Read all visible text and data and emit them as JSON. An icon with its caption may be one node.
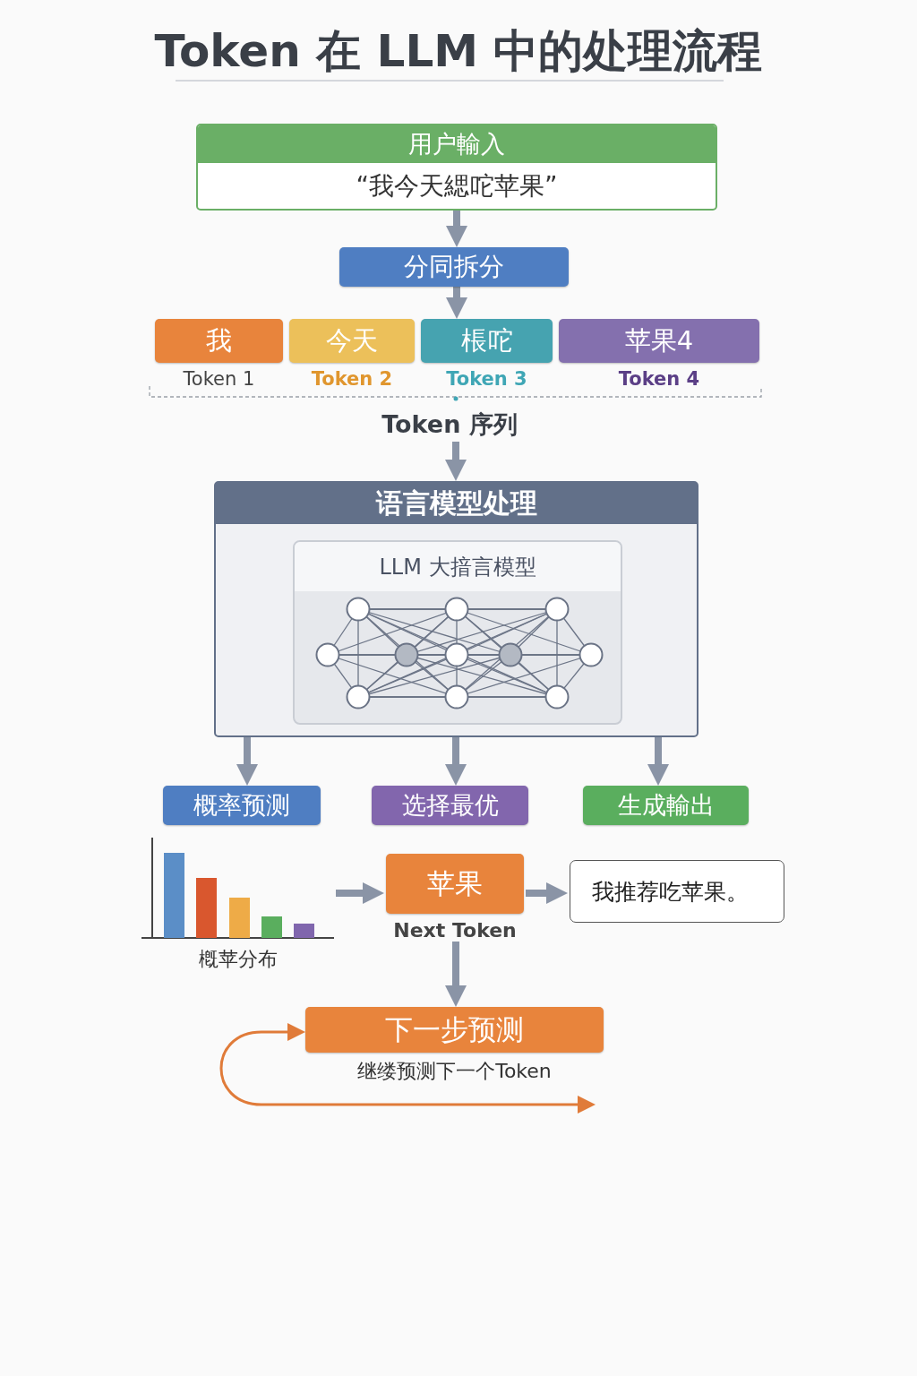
{
  "diagram": {
    "title": "Token 在 LLM 中的处理流程",
    "nodes": [
      {
        "text": [
          "用户輸入",
          "“我今天緦咜苹果”"
        ]
      },
      {
        "text": [
          "分同拆分"
        ]
      },
      {
        "text": [
          "我"
        ],
        "beside": [
          "Token 1"
        ]
      },
      {
        "text": [
          "今天"
        ],
        "beside": [
          "Token 2"
        ]
      },
      {
        "text": [
          "棖咜"
        ],
        "beside": [
          "Token 3"
        ]
      },
      {
        "text": [
          "苹果4"
        ],
        "beside": [
          "Token 4"
        ]
      },
      {
        "text": [
          "Token 序列"
        ]
      },
      {
        "text": [
          "语言模型处理"
        ]
      },
      {
        "text": [
          "LLM 大揞言模型"
        ],
        "in": 7
      },
      {
        "text": [
          "概率预测"
        ]
      },
      {
        "text": [
          "选择最优"
        ]
      },
      {
        "text": [
          "生成輸出"
        ]
      },
      {
        "text": [],
        "shape": "picture",
        "beside": [
          "槪苹分布"
        ]
      },
      {
        "text": [
          "苹果"
        ],
        "beside": [
          "Next Token"
        ]
      },
      {
        "text": [
          "我推荐吃苹果。"
        ]
      },
      {
        "text": [
          "下一步预测"
        ],
        "beside": [
          "继缕预测下一个Token"
        ]
      }
    ],
    "edges": [
      {
        "from": 0,
        "to": 1,
        "arrow": "to"
      },
      {
        "from": 1,
        "to": 4,
        "arrow": "to"
      },
      {
        "from": 6,
        "to": 7,
        "arrow": "to"
      },
      {
        "from": 7,
        "to": 9,
        "arrow": "to"
      },
      {
        "from": 7,
        "to": 10,
        "arrow": "to"
      },
      {
        "from": 7,
        "to": 11,
        "arrow": "to"
      },
      {
        "from": 12,
        "to": 13,
        "arrow": "to"
      },
      {
        "from": 13,
        "to": 14,
        "arrow": "to"
      },
      {
        "from": 13,
        "to": 15,
        "arrow": "to"
      },
      {
        "from": null,
        "to": 15,
        "arrow": "both",
        "color": "#e07b39"
      }
    ]
  }
}
